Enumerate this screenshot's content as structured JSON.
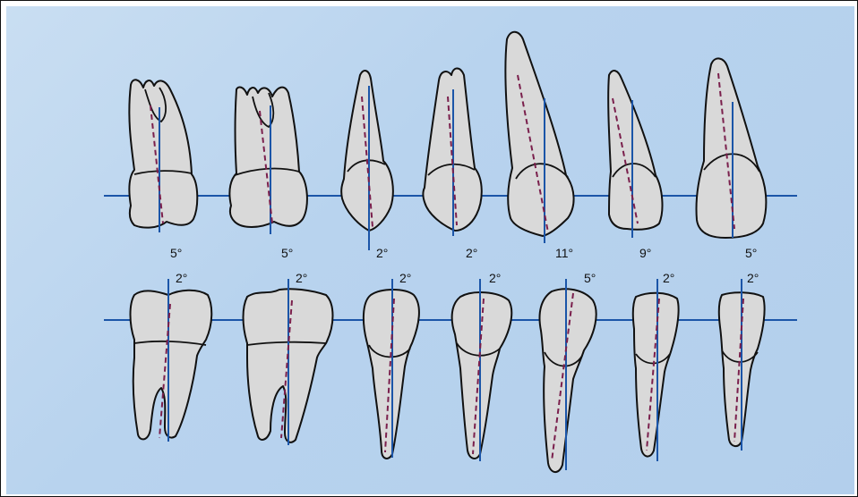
{
  "upper_row": {
    "labels": [
      "5°",
      "5°",
      "2°",
      "2°",
      "11°",
      "9°",
      "5°"
    ]
  },
  "lower_row": {
    "labels": [
      "2°",
      "2°",
      "2°",
      "2°",
      "5°",
      "2°",
      "2°"
    ]
  },
  "colors": {
    "background": "#bcd4ee",
    "tooth_fill": "#d9d9d9",
    "reference_line": "#1b55a8",
    "tooth_axis_dashed": "#7a1f4c"
  }
}
